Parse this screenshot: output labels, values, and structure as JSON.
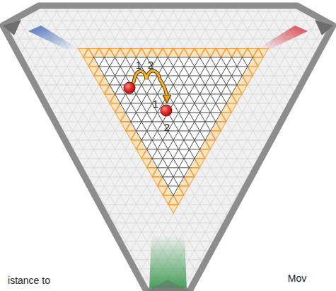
{
  "diagram": {
    "labels": [
      "1",
      "2",
      "1",
      "2",
      "istance to",
      "Mov"
    ]
  }
}
